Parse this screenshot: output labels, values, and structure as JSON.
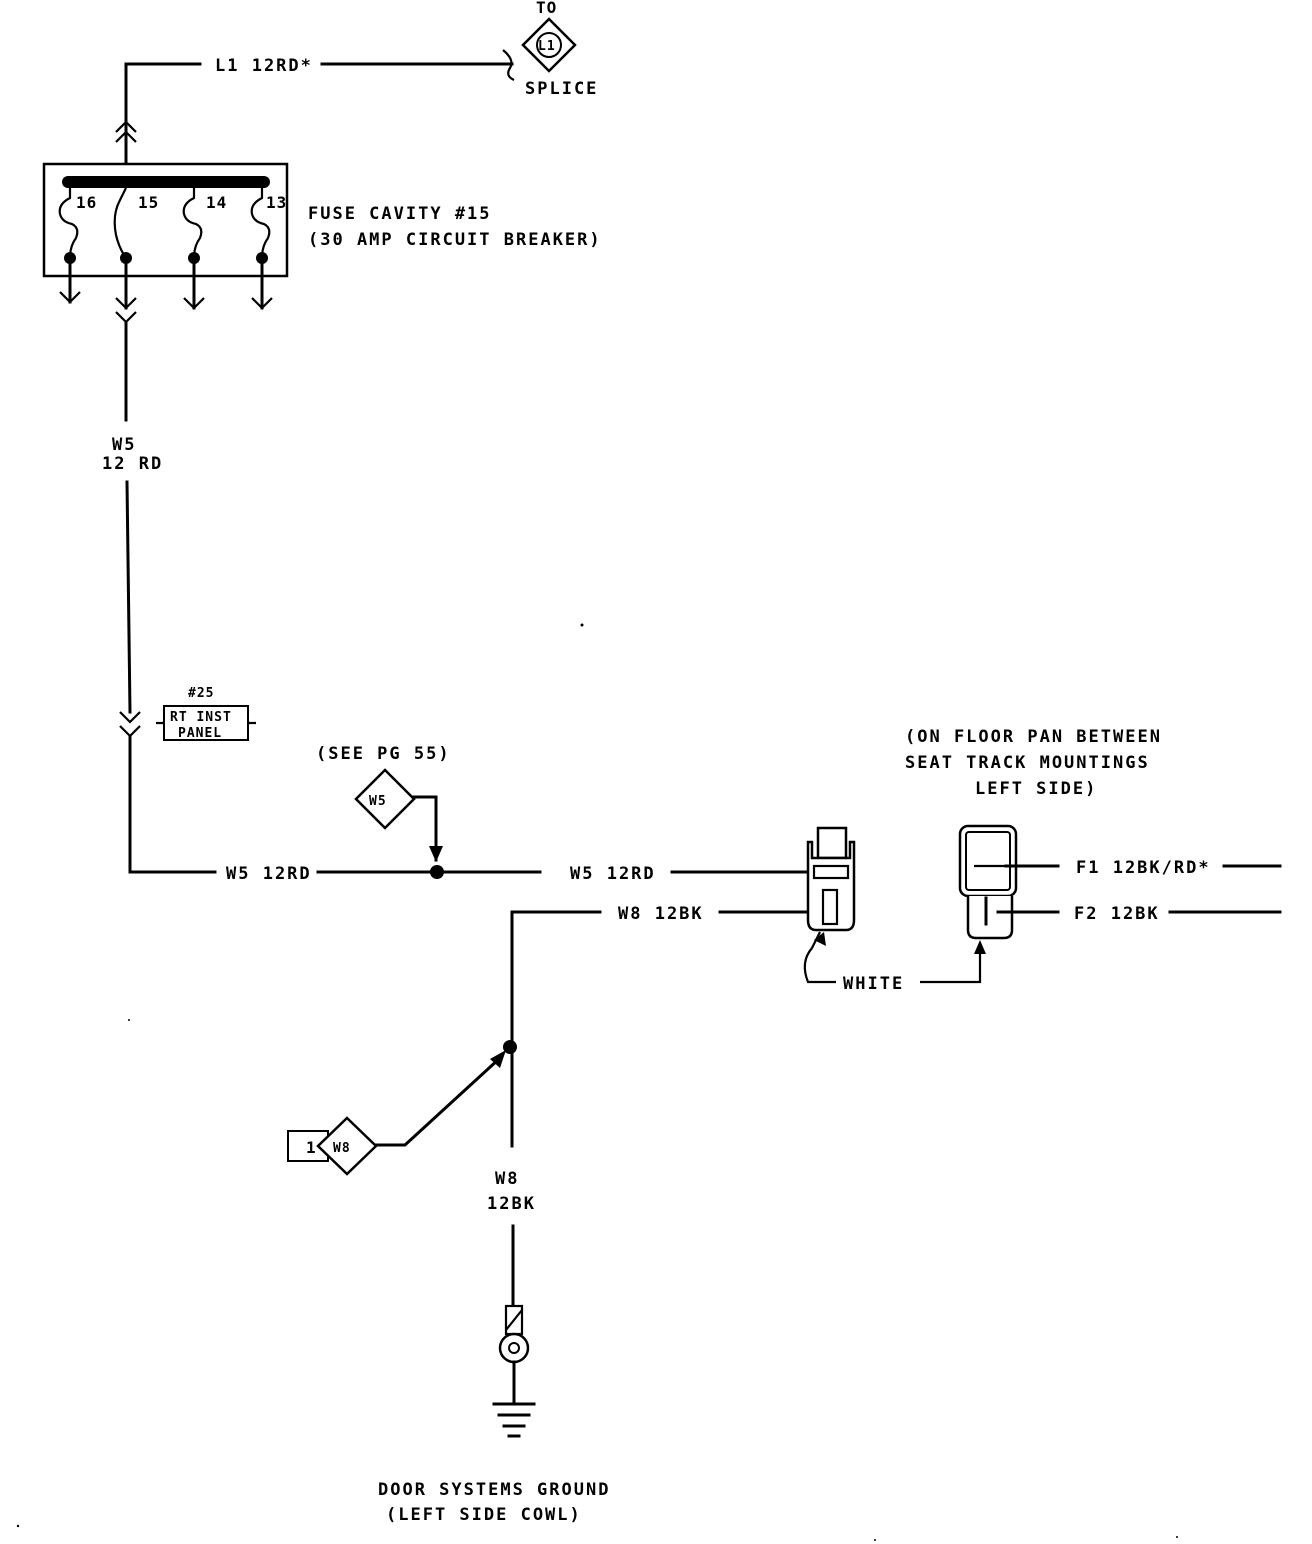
{
  "splice": {
    "to_label": "TO",
    "id": "L1",
    "label": "SPLICE"
  },
  "wires": {
    "l1_top": "L1 12RD*",
    "w5_vertical_circuit": "W5",
    "w5_vertical_gauge": "12 RD",
    "w5_horizontal_left": "W5 12RD",
    "w5_horizontal_right": "W5 12RD",
    "w8_horizontal": "W8 12BK",
    "w8_vertical_circuit": "W8",
    "w8_vertical_gauge": "12BK",
    "f1": "F1 12BK/RD*",
    "f2": "F2 12BK"
  },
  "fuse_block": {
    "cavities": [
      "16",
      "15",
      "14",
      "13"
    ],
    "title": "FUSE CAVITY #15",
    "subtitle": "(30 AMP CIRCUIT BREAKER)"
  },
  "connector_25": {
    "number": "#25",
    "line1": "RT INST",
    "line2": "PANEL"
  },
  "w5_reference": {
    "note": "(SEE PG 55)",
    "id": "W5"
  },
  "w8_reference": {
    "pin": "1",
    "id": "W8"
  },
  "floor_connector": {
    "note_line1": "(ON FLOOR PAN BETWEEN",
    "note_line2": "SEAT TRACK MOUNTINGS",
    "note_line3": "LEFT SIDE)",
    "color": "WHITE"
  },
  "ground": {
    "line1": "DOOR SYSTEMS GROUND",
    "line2": "(LEFT SIDE COWL)"
  }
}
